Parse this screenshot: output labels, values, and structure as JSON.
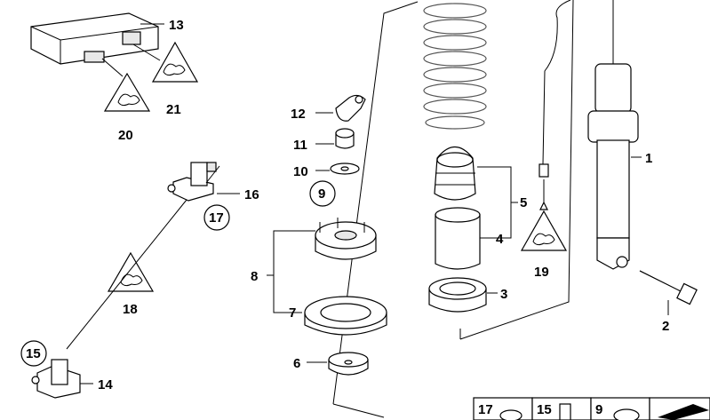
{
  "callouts": {
    "c1": "1",
    "c2": "2",
    "c3": "3",
    "c4": "4",
    "c5": "5",
    "c6": "6",
    "c7": "7",
    "c8": "8",
    "c9": "9",
    "c10": "10",
    "c11": "11",
    "c12": "12",
    "c13": "13",
    "c14": "14",
    "c15": "15",
    "c16": "16",
    "c17": "17",
    "c18": "18",
    "c19": "19",
    "c20": "20",
    "c21": "21"
  },
  "legend": {
    "l17": "17",
    "l15": "15",
    "l9": "9"
  }
}
